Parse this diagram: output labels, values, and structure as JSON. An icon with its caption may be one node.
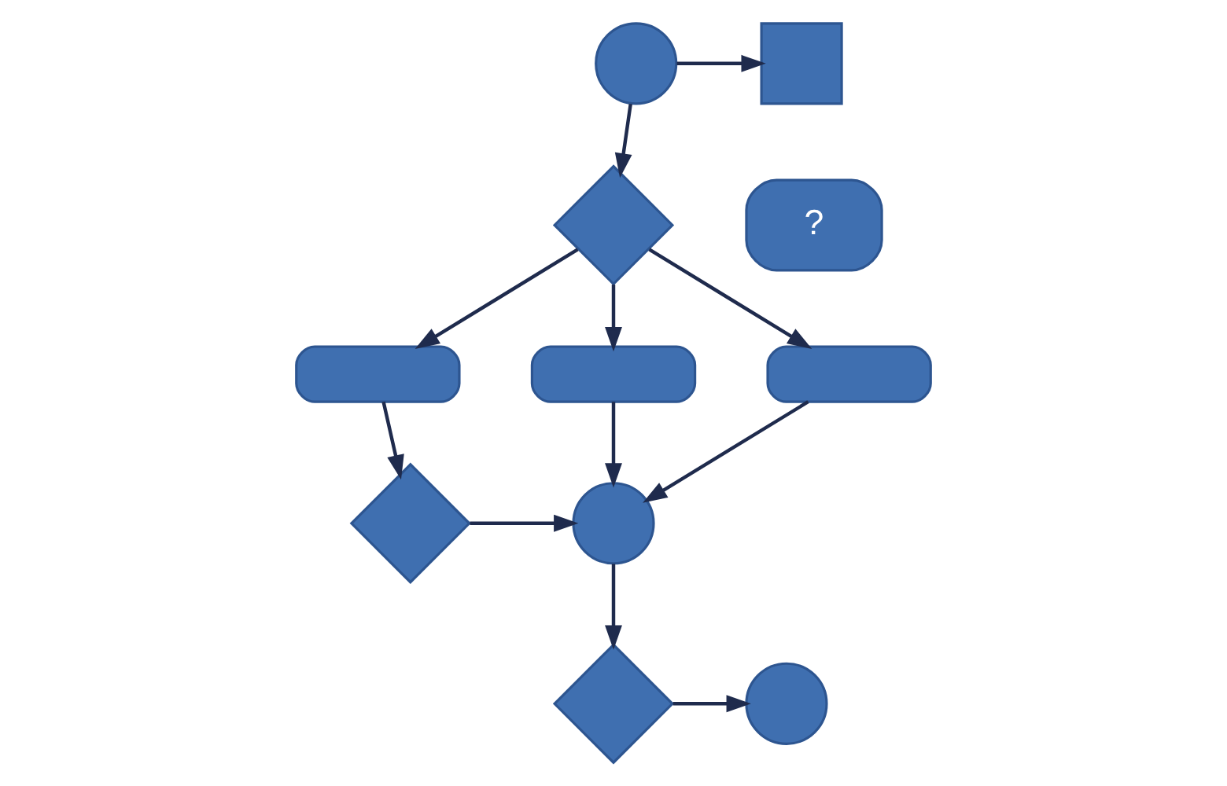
{
  "diagram": {
    "nodes": [
      {
        "text": [],
        "shape": "circle"
      },
      {
        "text": [],
        "shape": "box"
      },
      {
        "text": [],
        "shape": "diamond"
      },
      {
        "text": [],
        "shape": "bar"
      },
      {
        "text": [],
        "shape": "bar"
      },
      {
        "text": [],
        "shape": "bar"
      },
      {
        "text": [],
        "shape": "diamond"
      },
      {
        "text": [],
        "shape": "circle"
      },
      {
        "text": [],
        "shape": "diamond"
      },
      {
        "text": [],
        "shape": "circle"
      }
    ],
    "edges": [
      {
        "from": 0,
        "to": 1,
        "arrow": "to"
      },
      {
        "from": 0,
        "to": 2,
        "arrow": "to"
      },
      {
        "from": 2,
        "to": 3,
        "arrow": "to"
      },
      {
        "from": 2,
        "to": 4,
        "arrow": "to"
      },
      {
        "from": 2,
        "to": 5,
        "arrow": "to"
      },
      {
        "from": 3,
        "to": 6,
        "arrow": "to"
      },
      {
        "from": 6,
        "to": 7,
        "arrow": "to"
      },
      {
        "from": 4,
        "to": 7,
        "arrow": "to"
      },
      {
        "from": 5,
        "to": 7,
        "arrow": "to"
      },
      {
        "from": 7,
        "to": 8,
        "arrow": "to"
      },
      {
        "from": 8,
        "to": 9,
        "arrow": "to"
      }
    ],
    "labels": [
      "?"
    ]
  }
}
